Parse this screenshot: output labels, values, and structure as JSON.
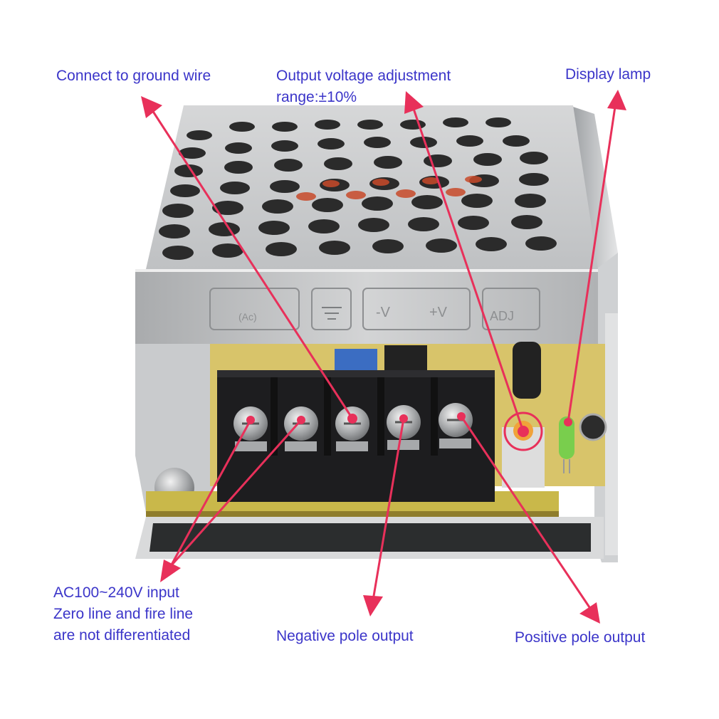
{
  "annotations": {
    "ground_wire": {
      "text": "Connect to ground wire"
    },
    "voltage_adjust": {
      "lines": [
        "Output voltage adjustment",
        "range:±10%"
      ]
    },
    "display_lamp": {
      "text": "Display lamp"
    },
    "ac_input": {
      "lines": [
        "AC100~240V input",
        "Zero line and fire line",
        "are not differentiated"
      ]
    },
    "negative_output": {
      "text": "Negative pole output"
    },
    "positive_output": {
      "text": "Positive pole output"
    }
  },
  "terminal_legend": {
    "ac": "(Ac)",
    "minus_v": "-V",
    "plus_v": "+V",
    "adj": "ADJ"
  },
  "colors": {
    "label_text": "#3b35c9",
    "arrow": "#e8305a",
    "case_metal": "#b9bcbf",
    "terminal_block": "#1d1d1f",
    "pcb": "#d8c46a",
    "led": "#6fcf4a",
    "potentiometer": "#f0a23a"
  }
}
